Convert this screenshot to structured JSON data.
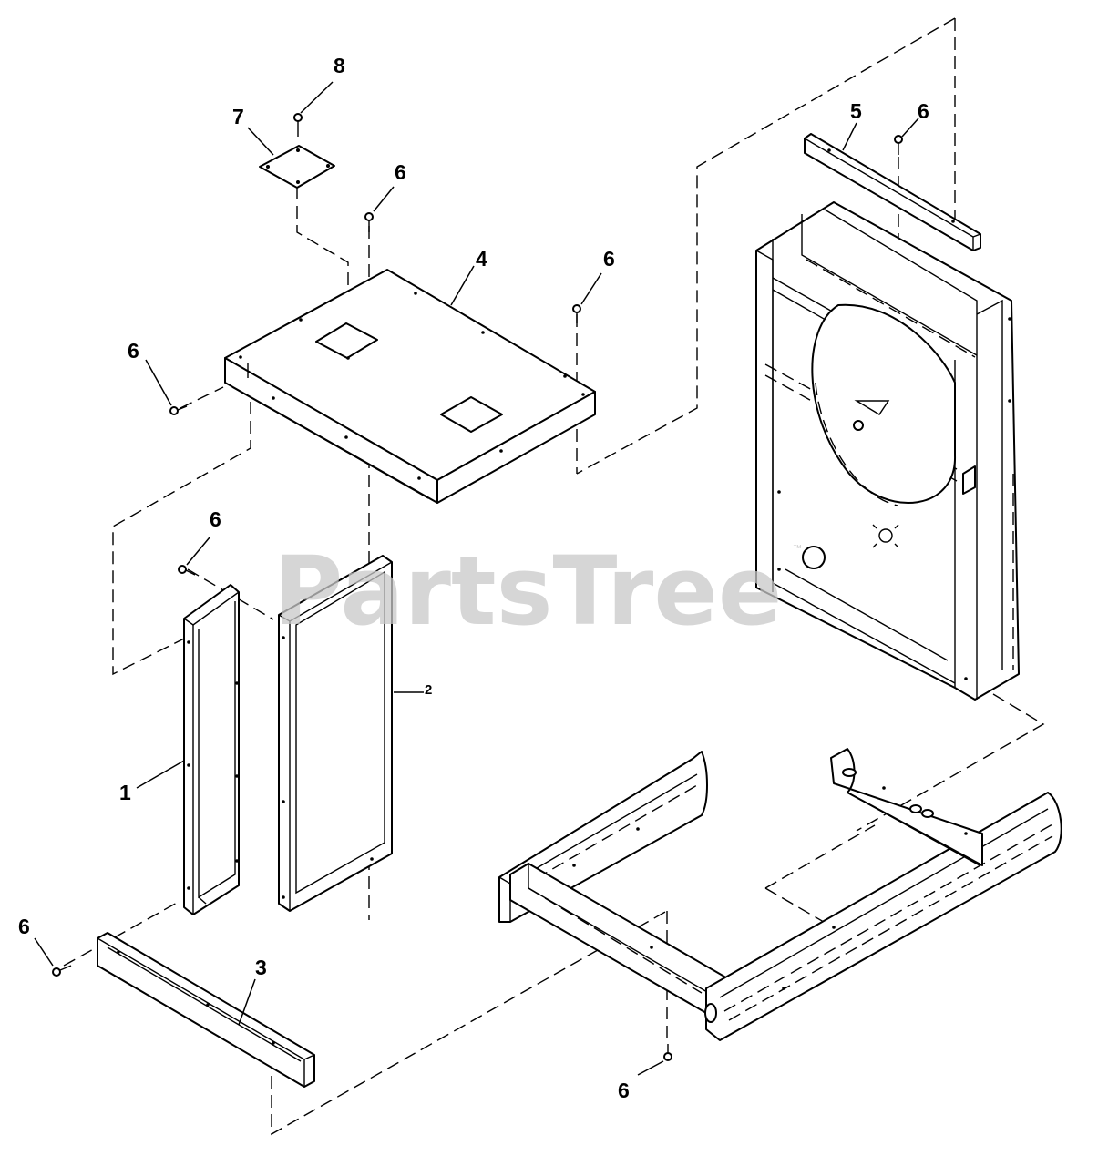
{
  "watermark": {
    "brand": "PartsTree",
    "trademark": "™"
  },
  "callouts": {
    "c1": "1",
    "c2": "2",
    "c3": "3",
    "c4": "4",
    "c5": "5",
    "c6_top_center": "6",
    "c6_top_right_panel": "6",
    "c6_right_panel_top": "6",
    "c6_left_top_panel": "6",
    "c6_left_side": "6",
    "c6_bottom_left": "6",
    "c6_bottom_center": "6",
    "c7": "7",
    "c8": "8"
  }
}
